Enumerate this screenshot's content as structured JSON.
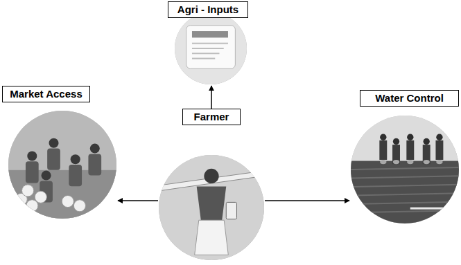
{
  "diagram": {
    "nodes": [
      {
        "text": [
          "Agri - Inputs"
        ]
      },
      {
        "text": [
          "Market Access"
        ]
      },
      {
        "text": [
          "Water Control"
        ]
      },
      {
        "text": [
          "Farmer"
        ]
      }
    ],
    "edges": [
      {
        "from": 3,
        "to": 0,
        "arrow": "to"
      },
      {
        "from": 3,
        "to": 1,
        "arrow": "to"
      },
      {
        "from": 3,
        "to": 2,
        "arrow": "to"
      }
    ]
  }
}
